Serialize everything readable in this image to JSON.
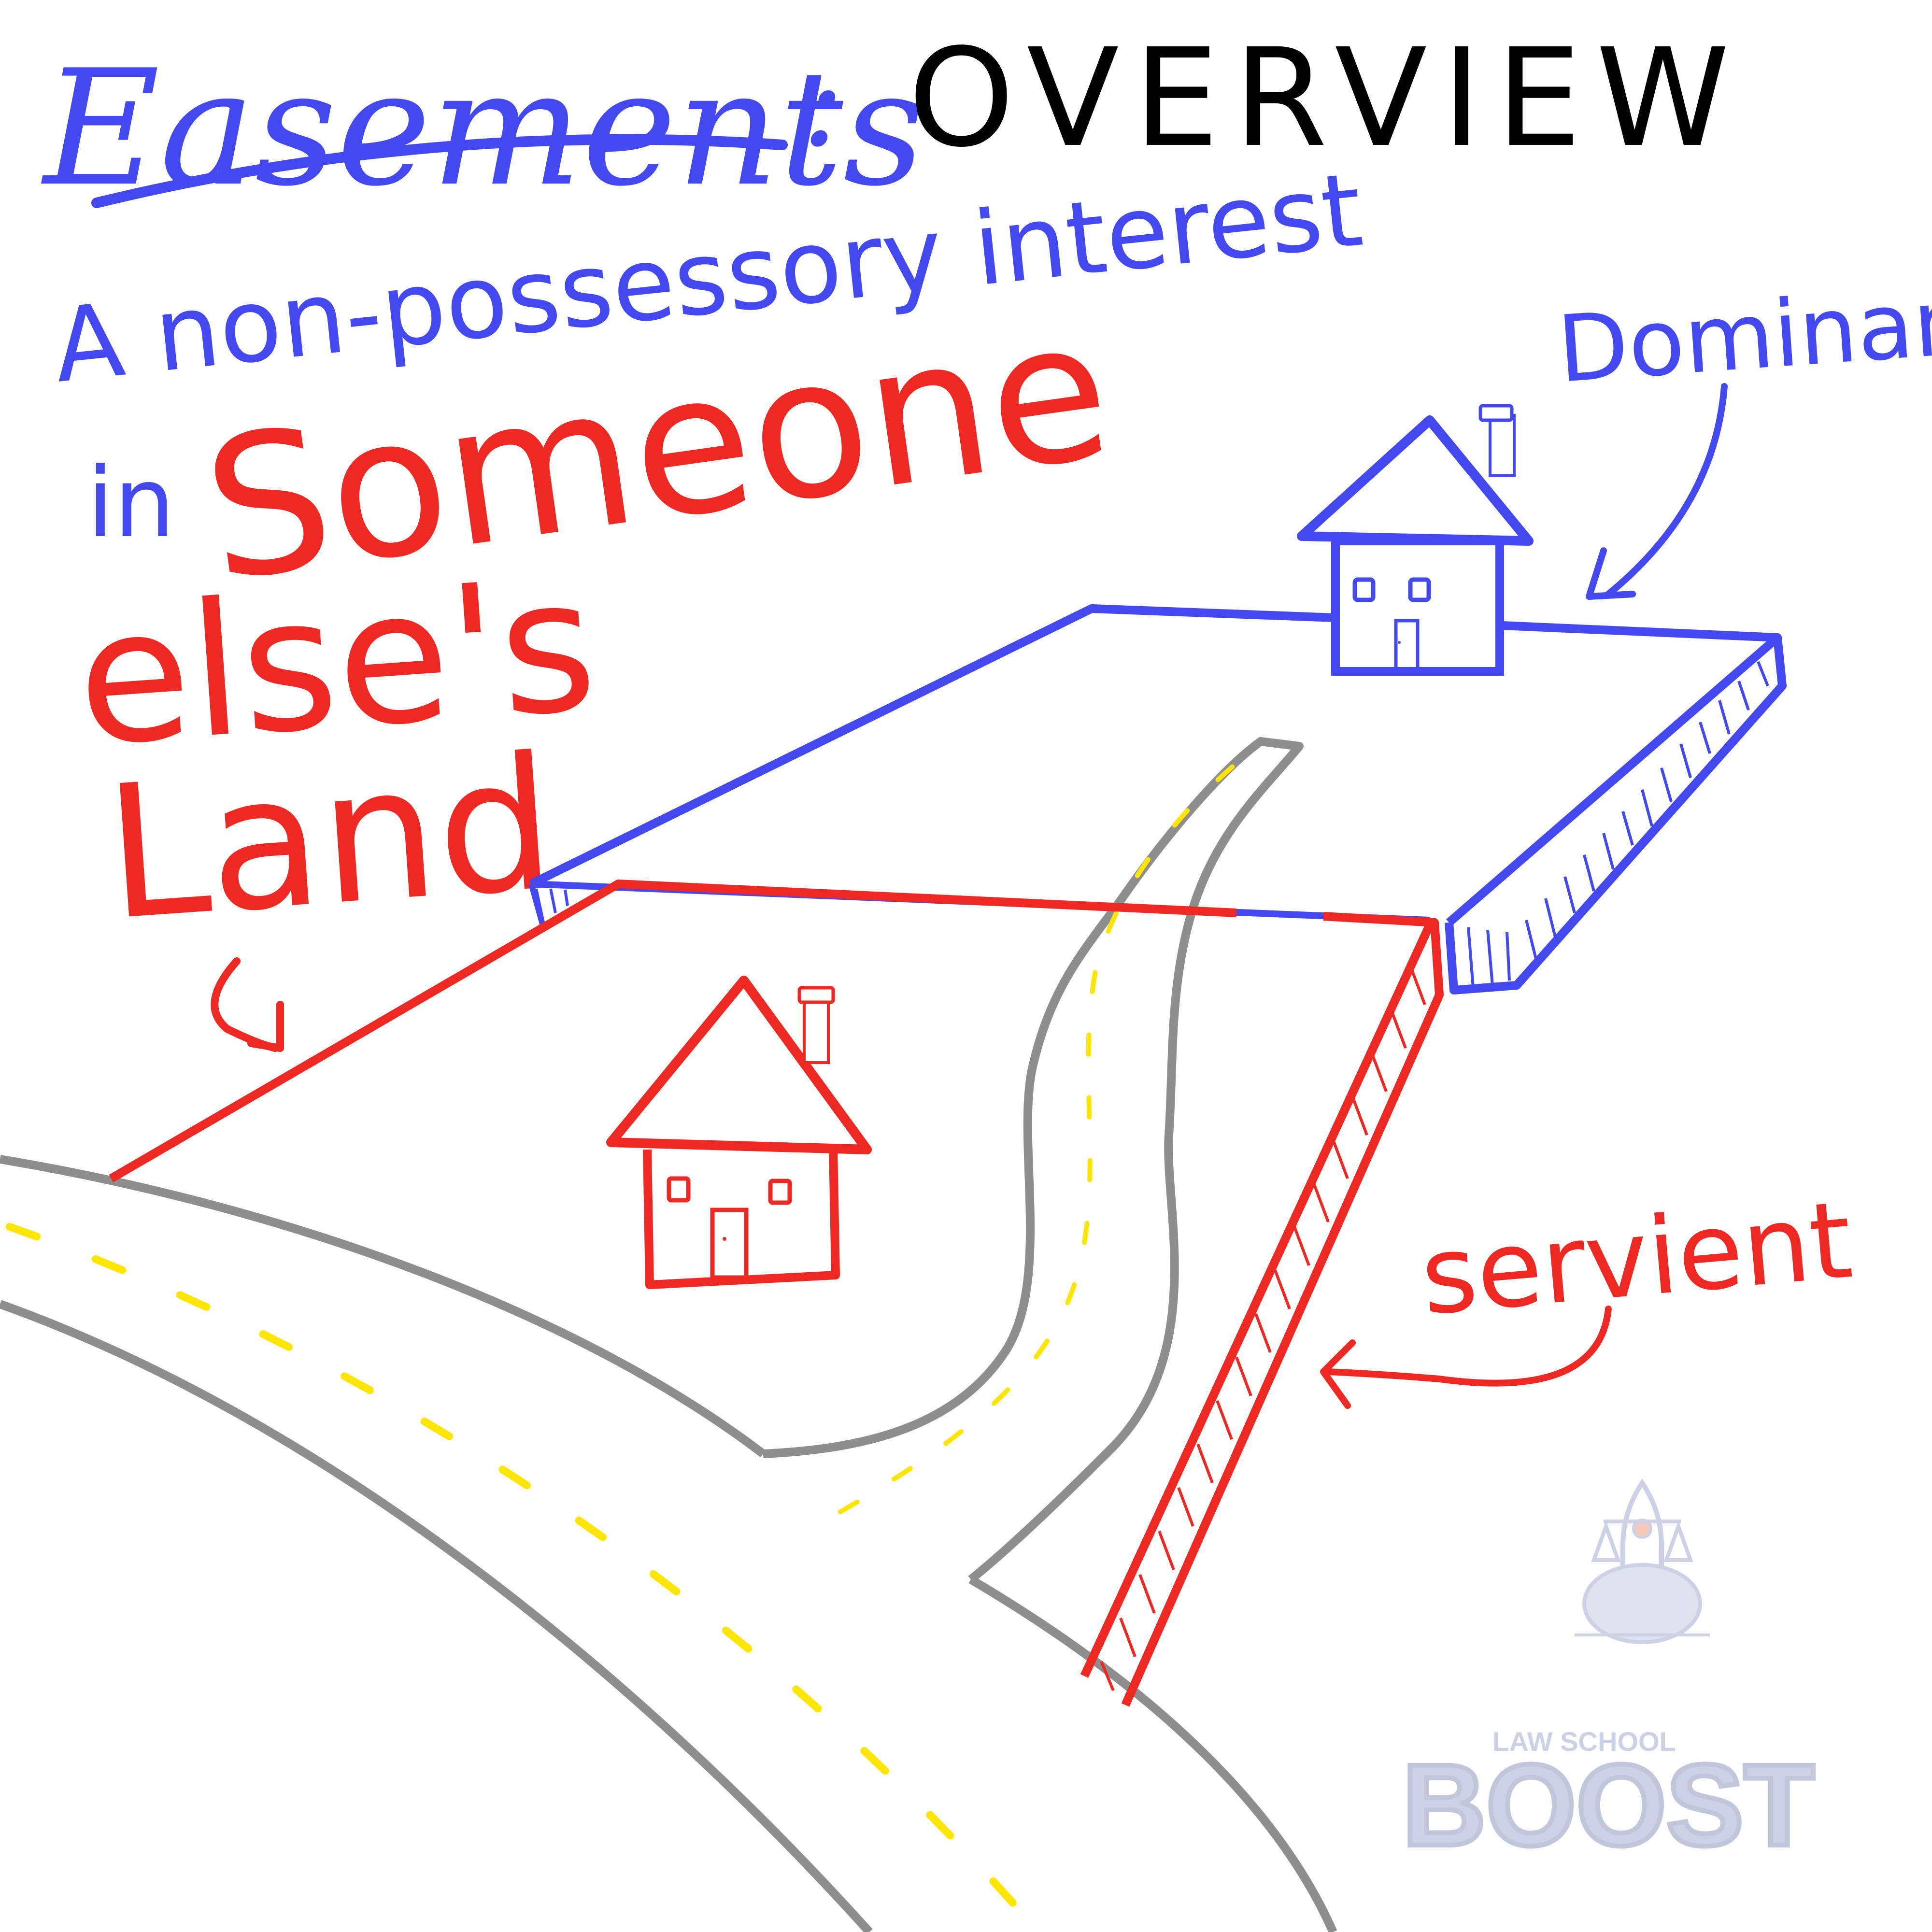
{
  "title": {
    "main": "Easements",
    "separator": ":",
    "sub": "OVERVIEW"
  },
  "definition": {
    "line1": "A non-possessory interest",
    "line2_prefix": "in",
    "line2_emphasis": "Someone",
    "line3": "else's",
    "line4": "Land"
  },
  "labels": {
    "dominant": "Dominant",
    "servient": "servient"
  },
  "logo": {
    "top": "LAW SCHOOL",
    "bottom": "BOOST"
  },
  "colors": {
    "dominant_blue": "#4449ef",
    "servient_red": "#ee2822",
    "road_gray": "#8e8e8e",
    "lane_yellow": "#ffe600",
    "title_black": "#000000",
    "logo_gray": "#c9cde3"
  }
}
